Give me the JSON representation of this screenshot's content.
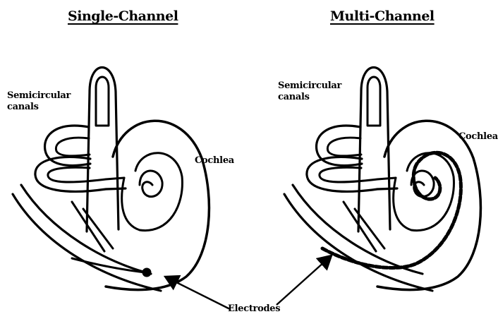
{
  "titles": {
    "left": "Single-Channel",
    "right": "Multi-Channel"
  },
  "labels": {
    "semicircular_line1": "Semicircular",
    "semicircular_line2": "canals",
    "cochlea": "Cochlea",
    "electrodes": "Electrodes"
  },
  "colors": {
    "ink": "#000000",
    "background": "#ffffff"
  }
}
